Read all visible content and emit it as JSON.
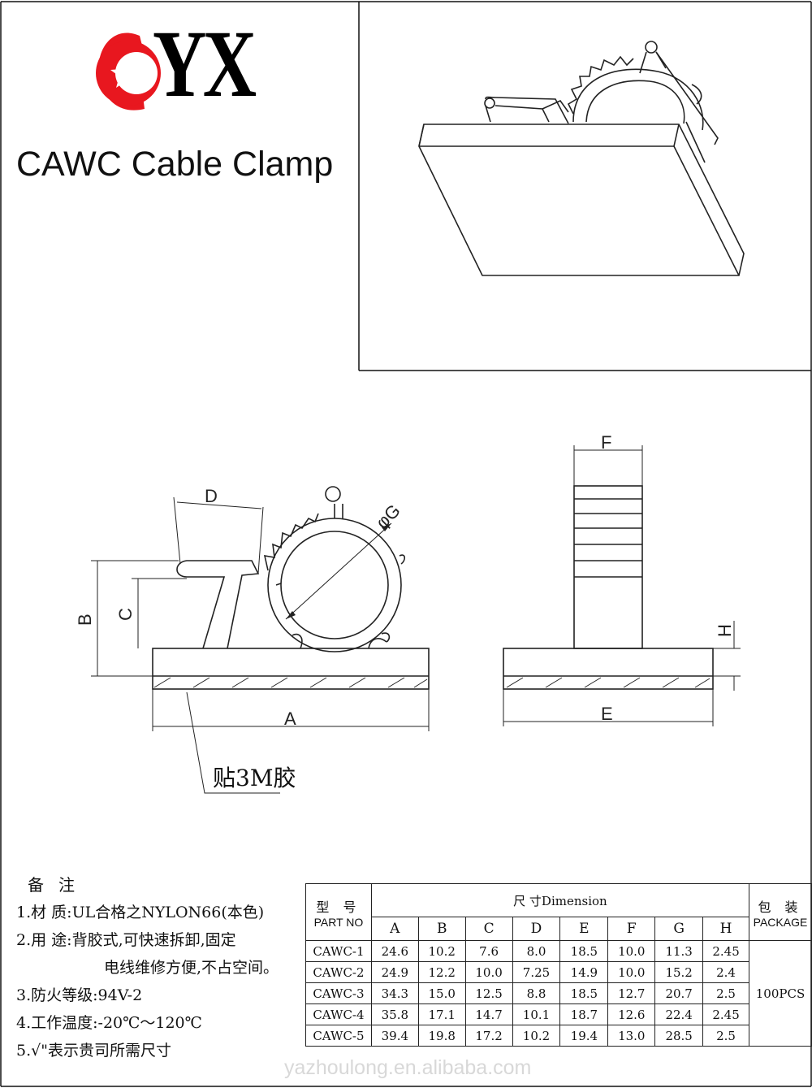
{
  "brand": {
    "logo_text": "YX",
    "logo_red": "#e8171f",
    "title": "CAWC Cable Clamp"
  },
  "drawing": {
    "dims": {
      "A": "A",
      "B": "B",
      "C": "C",
      "D": "D",
      "E": "E",
      "F": "F",
      "G": "φG",
      "H": "H"
    },
    "tape_label": "贴3M胶"
  },
  "notes": {
    "heading": "备注",
    "lines": [
      "1.材    质:UL合格之NYLON66(本色)",
      "2.用    途:背胶式,可快速拆卸,固定",
      "电线维修方便,不占空间。",
      "3.防火等级:94V-2",
      "4.工作温度:-20℃～120℃",
      "5.√\"表示贵司所需尺寸"
    ]
  },
  "table": {
    "part_cn": "型 号",
    "part_en": "PART NO",
    "dim_header": "尺  寸Dimension",
    "pkg_cn": "包 装",
    "pkg_en": "PACKAGE",
    "columns": [
      "A",
      "B",
      "C",
      "D",
      "E",
      "F",
      "G",
      "H"
    ],
    "rows": [
      {
        "part": "CAWC-1",
        "vals": [
          "24.6",
          "10.2",
          "7.6",
          "8.0",
          "18.5",
          "10.0",
          "11.3",
          "2.45"
        ]
      },
      {
        "part": "CAWC-2",
        "vals": [
          "24.9",
          "12.2",
          "10.0",
          "7.25",
          "14.9",
          "10.0",
          "15.2",
          "2.4"
        ]
      },
      {
        "part": "CAWC-3",
        "vals": [
          "34.3",
          "15.0",
          "12.5",
          "8.8",
          "18.5",
          "12.7",
          "20.7",
          "2.5"
        ]
      },
      {
        "part": "CAWC-4",
        "vals": [
          "35.8",
          "17.1",
          "14.7",
          "10.1",
          "18.7",
          "12.6",
          "22.4",
          "2.45"
        ]
      },
      {
        "part": "CAWC-5",
        "vals": [
          "39.4",
          "19.8",
          "17.2",
          "10.2",
          "19.4",
          "13.0",
          "28.5",
          "2.5"
        ]
      }
    ],
    "package": "100PCS"
  },
  "watermark": "yazhoulong.en.alibaba.com"
}
